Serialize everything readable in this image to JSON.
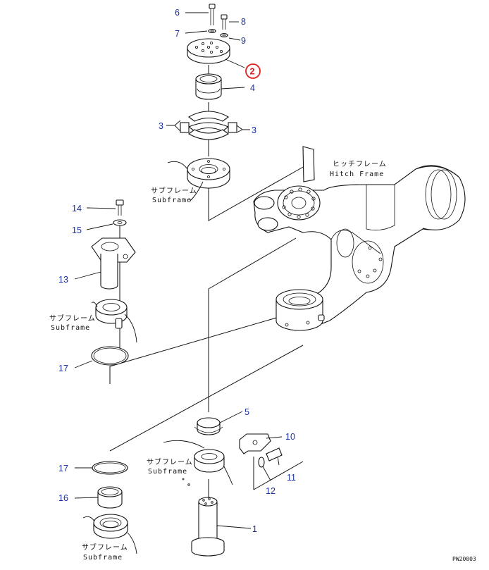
{
  "callouts": [
    {
      "id": "c6",
      "text": "6"
    },
    {
      "id": "c8",
      "text": "8"
    },
    {
      "id": "c7",
      "text": "7"
    },
    {
      "id": "c9",
      "text": "9"
    },
    {
      "id": "c2",
      "text": "2"
    },
    {
      "id": "c4",
      "text": "4"
    },
    {
      "id": "c3a",
      "text": "3"
    },
    {
      "id": "c3b",
      "text": "3"
    },
    {
      "id": "c14",
      "text": "14"
    },
    {
      "id": "c15",
      "text": "15"
    },
    {
      "id": "c13",
      "text": "13"
    },
    {
      "id": "c17a",
      "text": "17"
    },
    {
      "id": "c5",
      "text": "5"
    },
    {
      "id": "c10",
      "text": "10"
    },
    {
      "id": "c17b",
      "text": "17"
    },
    {
      "id": "c11",
      "text": "11"
    },
    {
      "id": "c12",
      "text": "12"
    },
    {
      "id": "c16",
      "text": "16"
    },
    {
      "id": "c1",
      "text": "1"
    }
  ],
  "labels": {
    "subframe_jp": "サブフレーム",
    "subframe_en": "Subframe",
    "hitch_jp": "ヒッチフレーム",
    "hitch_en": "Hitch Frame"
  },
  "drawing_code": "PW20003",
  "highlight_color": "#e0201e",
  "callout_color": "#1a2fa0"
}
